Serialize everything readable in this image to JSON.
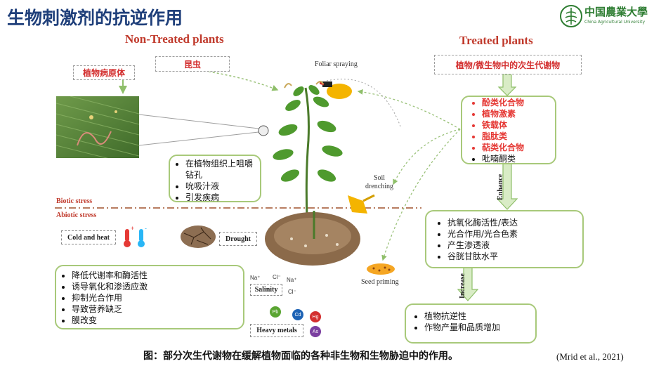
{
  "title": "生物刺激剂的抗逆作用",
  "logo": {
    "cn": "中国農業大學",
    "en": "China Agricultural University"
  },
  "left_header": "Non-Treated plants",
  "right_header": "Treated plants",
  "pathogen_label": "植物病原体",
  "insect_label": "昆虫",
  "foliar_label": "Foliar spraying",
  "soil_label": "Soil drenching",
  "seed_label": "Seed priming",
  "insect_effects": [
    "在植物组织上咀嚼钻孔",
    "吮吸汁液",
    "引发疾病"
  ],
  "biotic_label": "Biotic stress",
  "abiotic_label": "Abiotic stress",
  "cold_heat_label": "Cold and heat",
  "drought_label": "Drought",
  "salinity_label": "Salinity",
  "heavy_metals_label": "Heavy metals",
  "ions": {
    "na1": "Na⁺",
    "cl1": "Cl⁻",
    "na2": "Na⁺",
    "cl2": "Cl⁻"
  },
  "metals": [
    "Pb",
    "Cd",
    "Hg",
    "As"
  ],
  "abiotic_effects": [
    "降低代谢率和酶活性",
    "诱导氧化和渗透应激",
    "抑制光合作用",
    "导致营养缺乏",
    "膜改变"
  ],
  "secondary_label": "植物/微生物中的次生代谢物",
  "metabolites": [
    "酚类化合物",
    "植物激素",
    "铁载体",
    "脂肽类",
    "萜类化合物",
    "吡喃酮类"
  ],
  "enhance_label": "Enhance",
  "enhance_effects": [
    "抗氧化酶活性/表达",
    "光合作用/光合色素",
    "产生渗透液",
    "谷胱甘肽水平"
  ],
  "increase_label": "Increase",
  "increase_effects": [
    "植物抗逆性",
    "作物产量和品质增加"
  ],
  "caption": "图：部分次生代谢物在缓解植物面临的各种非生物和生物胁迫中的作用。",
  "citation": "(Mrid et al., 2021)",
  "colors": {
    "title": "#1f3f7a",
    "header": "#c0392b",
    "box_border": "#a8c97a",
    "metabolite_red": "#e53935"
  }
}
